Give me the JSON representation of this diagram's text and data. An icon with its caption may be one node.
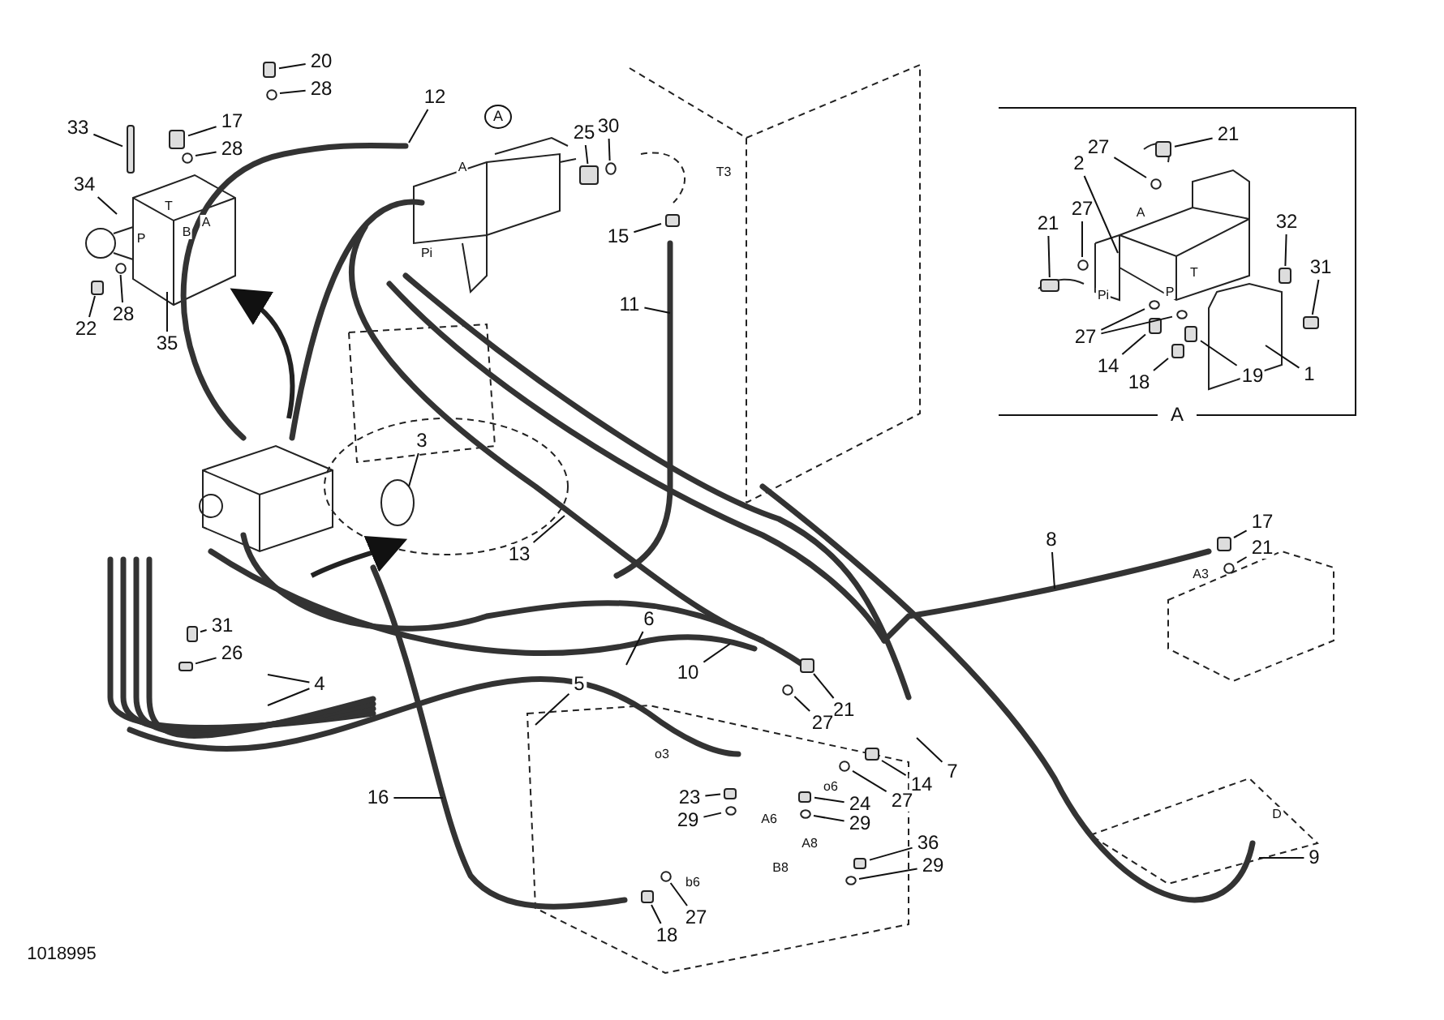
{
  "diagram": {
    "nodes": [
      {
        "text": [
          "20"
        ]
      },
      {
        "text": [
          "28"
        ]
      },
      {
        "text": [
          "33"
        ]
      },
      {
        "text": [
          "17"
        ]
      },
      {
        "text": [
          "28"
        ]
      },
      {
        "text": [
          "12"
        ]
      },
      {
        "text": [
          "25"
        ]
      },
      {
        "text": [
          "30"
        ]
      },
      {
        "text": [
          "15"
        ]
      },
      {
        "text": [
          "11"
        ]
      },
      {
        "text": [
          "34"
        ]
      },
      {
        "text": [
          "22"
        ]
      },
      {
        "text": [
          "28"
        ]
      },
      {
        "text": [
          "35"
        ]
      },
      {
        "text": [
          "3"
        ]
      },
      {
        "text": [
          "13"
        ]
      },
      {
        "text": [
          "31"
        ]
      },
      {
        "text": [
          "26"
        ]
      },
      {
        "text": [
          "4"
        ]
      },
      {
        "text": [
          "6"
        ]
      },
      {
        "text": [
          "5"
        ]
      },
      {
        "text": [
          "10"
        ]
      },
      {
        "text": [
          "21"
        ]
      },
      {
        "text": [
          "27"
        ]
      },
      {
        "text": [
          "7"
        ]
      },
      {
        "text": [
          "14"
        ]
      },
      {
        "text": [
          "27"
        ]
      },
      {
        "text": [
          "24"
        ]
      },
      {
        "text": [
          "29"
        ]
      },
      {
        "text": [
          "23"
        ]
      },
      {
        "text": [
          "29"
        ]
      },
      {
        "text": [
          "16"
        ]
      },
      {
        "text": [
          "36"
        ]
      },
      {
        "text": [
          "29"
        ]
      },
      {
        "text": [
          "18"
        ]
      },
      {
        "text": [
          "27"
        ]
      },
      {
        "text": [
          "8"
        ]
      },
      {
        "text": [
          "17"
        ]
      },
      {
        "text": [
          "21"
        ]
      },
      {
        "text": [
          "9"
        ]
      },
      {
        "text": [
          "A"
        ]
      },
      {
        "text": [
          "21"
        ],
        "in": 40
      },
      {
        "text": [
          "27"
        ],
        "in": 40
      },
      {
        "text": [
          "2"
        ],
        "in": 40
      },
      {
        "text": [
          "27"
        ],
        "in": 40
      },
      {
        "text": [
          "21"
        ],
        "in": 40
      },
      {
        "text": [
          "32"
        ],
        "in": 40
      },
      {
        "text": [
          "31"
        ],
        "in": 40
      },
      {
        "text": [
          "27"
        ],
        "in": 40
      },
      {
        "text": [
          "14"
        ],
        "in": 40
      },
      {
        "text": [
          "18"
        ],
        "in": 40
      },
      {
        "text": [
          "19"
        ],
        "in": 40
      },
      {
        "text": [
          "1"
        ],
        "in": 40
      },
      {
        "text": [],
        "shape": "box"
      },
      {
        "text": [],
        "shape": "circle"
      },
      {
        "text": [],
        "shape": "box"
      },
      {
        "text": [],
        "shape": "box"
      },
      {
        "text": [],
        "shape": "circle"
      },
      {
        "text": [],
        "shape": "box"
      },
      {
        "text": [],
        "shape": "circle"
      },
      {
        "text": [],
        "shape": "box"
      },
      {
        "text": [],
        "shape": "box"
      },
      {
        "text": [],
        "shape": "circle"
      },
      {
        "text": [],
        "shape": "box"
      },
      {
        "text": [],
        "shape": "box"
      },
      {
        "text": [],
        "shape": "box"
      },
      {
        "text": [],
        "shape": "circle"
      },
      {
        "text": [],
        "shape": "box"
      },
      {
        "text": [],
        "shape": "circle"
      },
      {
        "text": [],
        "shape": "box"
      },
      {
        "text": [],
        "shape": "circle"
      },
      {
        "text": [],
        "shape": "box"
      },
      {
        "text": [],
        "shape": "circle"
      },
      {
        "text": [],
        "shape": "box"
      },
      {
        "text": [],
        "shape": "circle"
      },
      {
        "text": [],
        "shape": "box"
      },
      {
        "text": [],
        "shape": "circle"
      },
      {
        "text": [],
        "shape": "box"
      },
      {
        "text": [],
        "shape": "circle"
      },
      {
        "text": [],
        "shape": "box",
        "in": 40
      },
      {
        "text": [],
        "shape": "circle",
        "in": 40
      },
      {
        "text": [],
        "shape": "circle",
        "in": 40
      },
      {
        "text": [],
        "shape": "box",
        "in": 40
      },
      {
        "text": [],
        "shape": "box",
        "in": 40
      },
      {
        "text": [],
        "shape": "box",
        "in": 40
      },
      {
        "text": [],
        "shape": "circle",
        "in": 40
      },
      {
        "text": [],
        "shape": "circle",
        "in": 40
      },
      {
        "text": [],
        "shape": "box",
        "in": 40
      },
      {
        "text": [],
        "shape": "box",
        "in": 40
      },
      {
        "text": [],
        "shape": "box",
        "in": 40
      }
    ],
    "edges": [
      {
        "from": 0,
        "to": 53,
        "arrow": "none"
      },
      {
        "from": 1,
        "to": 54,
        "arrow": "none"
      },
      {
        "from": 2,
        "to": 55,
        "arrow": "none"
      },
      {
        "from": 3,
        "to": 56,
        "arrow": "none"
      },
      {
        "from": 4,
        "to": 57,
        "arrow": "none"
      },
      {
        "from": 5,
        "to": null,
        "arrow": "none"
      },
      {
        "from": 6,
        "to": 58,
        "arrow": "none"
      },
      {
        "from": 7,
        "to": 59,
        "arrow": "none"
      },
      {
        "from": 8,
        "to": 60,
        "arrow": "none"
      },
      {
        "from": 9,
        "to": null,
        "arrow": "none"
      },
      {
        "from": 10,
        "to": null,
        "arrow": "none"
      },
      {
        "from": 11,
        "to": 61,
        "arrow": "none"
      },
      {
        "from": 12,
        "to": 62,
        "arrow": "none"
      },
      {
        "from": 13,
        "to": null,
        "arrow": "none"
      },
      {
        "from": 14,
        "to": null,
        "arrow": "none"
      },
      {
        "from": 15,
        "to": null,
        "arrow": "none"
      },
      {
        "from": 16,
        "to": 63,
        "arrow": "none"
      },
      {
        "from": 17,
        "to": 64,
        "arrow": "none"
      },
      {
        "from": 18,
        "to": null,
        "arrow": "none"
      },
      {
        "from": 18,
        "to": null,
        "arrow": "none"
      },
      {
        "from": 19,
        "to": null,
        "arrow": "none"
      },
      {
        "from": 20,
        "to": null,
        "arrow": "none"
      },
      {
        "from": 21,
        "to": null,
        "arrow": "none"
      },
      {
        "from": 22,
        "to": 65,
        "arrow": "none"
      },
      {
        "from": 23,
        "to": 66,
        "arrow": "none"
      },
      {
        "from": 24,
        "to": null,
        "arrow": "none"
      },
      {
        "from": 25,
        "to": 67,
        "arrow": "none"
      },
      {
        "from": 26,
        "to": 68,
        "arrow": "none"
      },
      {
        "from": 27,
        "to": 69,
        "arrow": "none"
      },
      {
        "from": 28,
        "to": 70,
        "arrow": "none"
      },
      {
        "from": 29,
        "to": 71,
        "arrow": "none"
      },
      {
        "from": 30,
        "to": 72,
        "arrow": "none"
      },
      {
        "from": 31,
        "to": null,
        "arrow": "none"
      },
      {
        "from": 32,
        "to": 73,
        "arrow": "none"
      },
      {
        "from": 33,
        "to": 74,
        "arrow": "none"
      },
      {
        "from": 34,
        "to": 75,
        "arrow": "none"
      },
      {
        "from": 35,
        "to": 76,
        "arrow": "none"
      },
      {
        "from": 36,
        "to": null,
        "arrow": "none"
      },
      {
        "from": 37,
        "to": 77,
        "arrow": "none"
      },
      {
        "from": 38,
        "to": 78,
        "arrow": "none"
      },
      {
        "from": 39,
        "to": null,
        "arrow": "none"
      },
      {
        "from": 41,
        "to": 79,
        "arrow": "none"
      },
      {
        "from": 42,
        "to": 80,
        "arrow": "none"
      },
      {
        "from": 43,
        "to": null,
        "arrow": "none"
      },
      {
        "from": 44,
        "to": 81,
        "arrow": "none"
      },
      {
        "from": 45,
        "to": 82,
        "arrow": "none"
      },
      {
        "from": 46,
        "to": 83,
        "arrow": "none"
      },
      {
        "from": 47,
        "to": 84,
        "arrow": "none"
      },
      {
        "from": 48,
        "to": 85,
        "arrow": "none"
      },
      {
        "from": 48,
        "to": 86,
        "arrow": "none"
      },
      {
        "from": 49,
        "to": 87,
        "arrow": "none"
      },
      {
        "from": 50,
        "to": 88,
        "arrow": "none"
      },
      {
        "from": 51,
        "to": 89,
        "arrow": "none"
      },
      {
        "from": 52,
        "to": null,
        "arrow": "none"
      }
    ],
    "labels": [
      "A",
      "A",
      "T",
      "B",
      "A",
      "P",
      "Pi",
      "T3",
      "A3",
      "o3",
      "o6",
      "A6",
      "A8",
      "B8",
      "b6",
      "D",
      "A",
      "T",
      "Pi",
      "P",
      "1018995"
    ]
  }
}
